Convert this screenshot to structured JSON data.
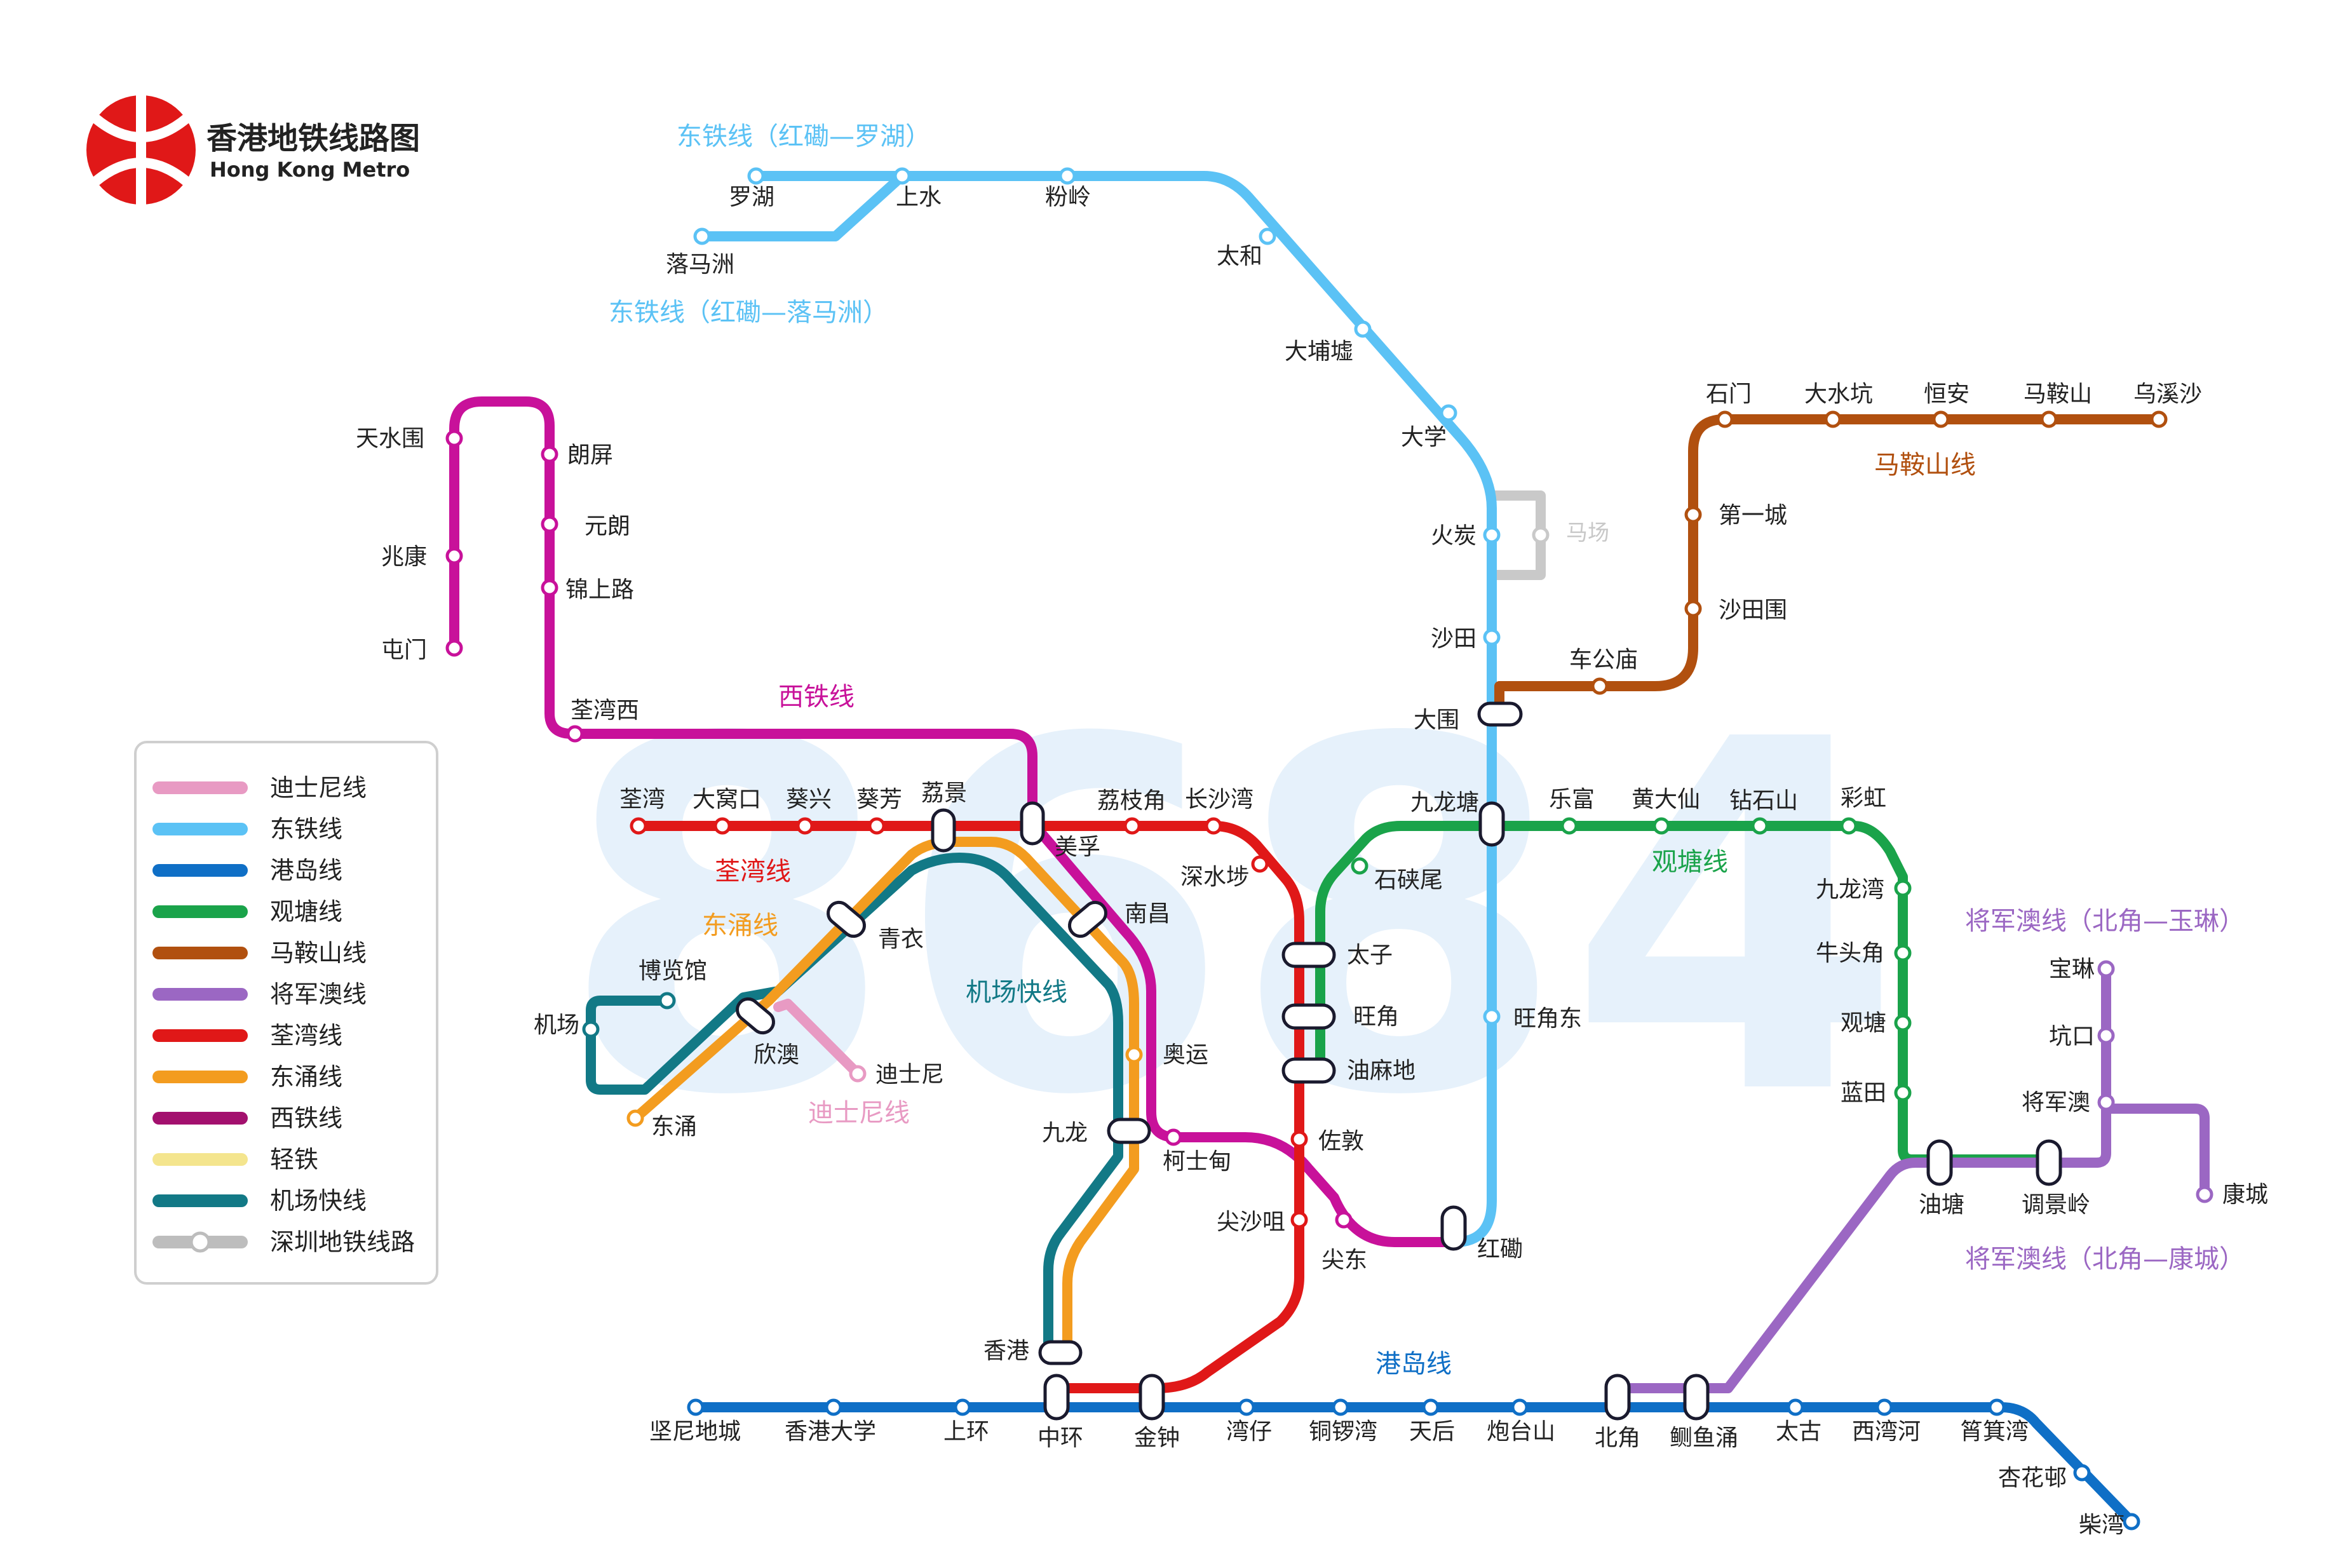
{
  "header": {
    "title_zh": "香港地铁线路图",
    "title_en": "Hong Kong Metro",
    "watermark": "8684"
  },
  "colors": {
    "disneyland": "#e89ac3",
    "east_rail": "#5bc2f5",
    "island": "#0f6fc6",
    "kwun_tong": "#1aa34a",
    "ma_on_shan": "#b1500f",
    "tseung_kwan_o": "#9b67c3",
    "tsuen_wan": "#e01818",
    "tung_chung": "#f39c1f",
    "west_rail": "#c8119a",
    "light_rail": "#f4e58e",
    "airport_express": "#127986",
    "shenzhen": "#bdbdbd"
  },
  "line_labels": {
    "east_rail_lowu": "东铁线（红磡—罗湖）",
    "east_rail_lmc": "东铁线（红磡—落马洲）",
    "ma_on_shan": "马鞍山线",
    "west_rail": "西铁线",
    "tsuen_wan": "荃湾线",
    "tung_chung": "东涌线",
    "airport_express": "机场快线",
    "disneyland": "迪士尼线",
    "kwun_tong": "观塘线",
    "tko_poa": "将军澳线（北角—玉琳）",
    "tko_lohas": "将军澳线（北角—康城）",
    "island": "港岛线"
  },
  "stations": {
    "lowu": "罗湖",
    "shangshui": "上水",
    "fanling": "粉岭",
    "luomazhou": "落马洲",
    "taihe": "太和",
    "dapu": "大埔墟",
    "daxue": "大学",
    "huotan": "火炭",
    "machang": "马场",
    "shatian": "沙田",
    "dawei": "大围",
    "jiulongtang": "九龙塘",
    "wangjiaodong": "旺角东",
    "hongkan": "红磡",
    "shimen": "石门",
    "dashuikeng": "大水坑",
    "hengan": "恒安",
    "maanshan": "马鞍山",
    "wuxisha": "乌溪沙",
    "diyicheng": "第一城",
    "shatianwei": "沙田围",
    "chegongmiao": "车公庙",
    "tianshuiwei": "天水围",
    "zhaokang": "兆康",
    "tunmen": "屯门",
    "langping": "朗屏",
    "yuanlang": "元朗",
    "jinshanglu": "锦上路",
    "quanwanxi": "荃湾西",
    "quanwan": "荃湾",
    "dawokou": "大窝口",
    "kuixing": "葵兴",
    "kuifang": "葵芳",
    "lijing": "荔景",
    "meifu": "美孚",
    "lizhijiao": "荔枝角",
    "changshawan": "长沙湾",
    "shenshuibu": "深水埗",
    "taizi": "太子",
    "wangjiao": "旺角",
    "youmadi": "油麻地",
    "zuodun": "佐敦",
    "jianshaju": "尖沙咀",
    "jiandong": "尖东",
    "keshidian": "柯士甸",
    "aoyun": "奥运",
    "nanchang": "南昌",
    "qingyi": "青衣",
    "jiulong": "九龙",
    "xianggang": "香港",
    "bolanguan": "博览馆",
    "jichang": "机场",
    "xinao": "欣澳",
    "dongyong": "东涌",
    "dishini": "迪士尼",
    "lefu": "乐富",
    "huangdaxian": "黄大仙",
    "zuanshishan": "钻石山",
    "caihong": "彩虹",
    "shixiawei": "石硖尾",
    "jiulongwan": "九龙湾",
    "niutoujiao": "牛头角",
    "guantang": "观塘",
    "lantian": "蓝田",
    "youtang": "油塘",
    "tiaojingling": "调景岭",
    "baolin": "宝琳",
    "kengkou": "坑口",
    "jiangjunao": "将军澳",
    "kangcheng": "康城",
    "jianinidicheng": "坚尼地城",
    "xianggangdaxue": "香港大学",
    "shanghuan": "上环",
    "zhonghuan": "中环",
    "jinzhong": "金钟",
    "wanzai": "湾仔",
    "tongluowan": "铜锣湾",
    "tianhou": "天后",
    "paotaishan": "炮台山",
    "beijiao": "北角",
    "zeyuyong": "鲗鱼涌",
    "taigu": "太古",
    "xiwanhe": "西湾河",
    "shaojiwan": "筲箕湾",
    "xinghuacun": "杏花邨",
    "chaiwan": "柴湾"
  },
  "legend": {
    "items": [
      {
        "label": "迪士尼线",
        "color": "#e89ac3"
      },
      {
        "label": "东铁线",
        "color": "#5bc2f5"
      },
      {
        "label": "港岛线",
        "color": "#0f6fc6"
      },
      {
        "label": "观塘线",
        "color": "#1aa34a"
      },
      {
        "label": "马鞍山线",
        "color": "#b1500f"
      },
      {
        "label": "将军澳线",
        "color": "#9b67c3"
      },
      {
        "label": "荃湾线",
        "color": "#e01818"
      },
      {
        "label": "东涌线",
        "color": "#f39c1f"
      },
      {
        "label": "西铁线",
        "color": "#a3106e"
      },
      {
        "label": "轻铁",
        "color": "#f4e58e"
      },
      {
        "label": "机场快线",
        "color": "#127986"
      },
      {
        "label": "深圳地铁线路",
        "color": "#bdbdbd"
      }
    ]
  }
}
